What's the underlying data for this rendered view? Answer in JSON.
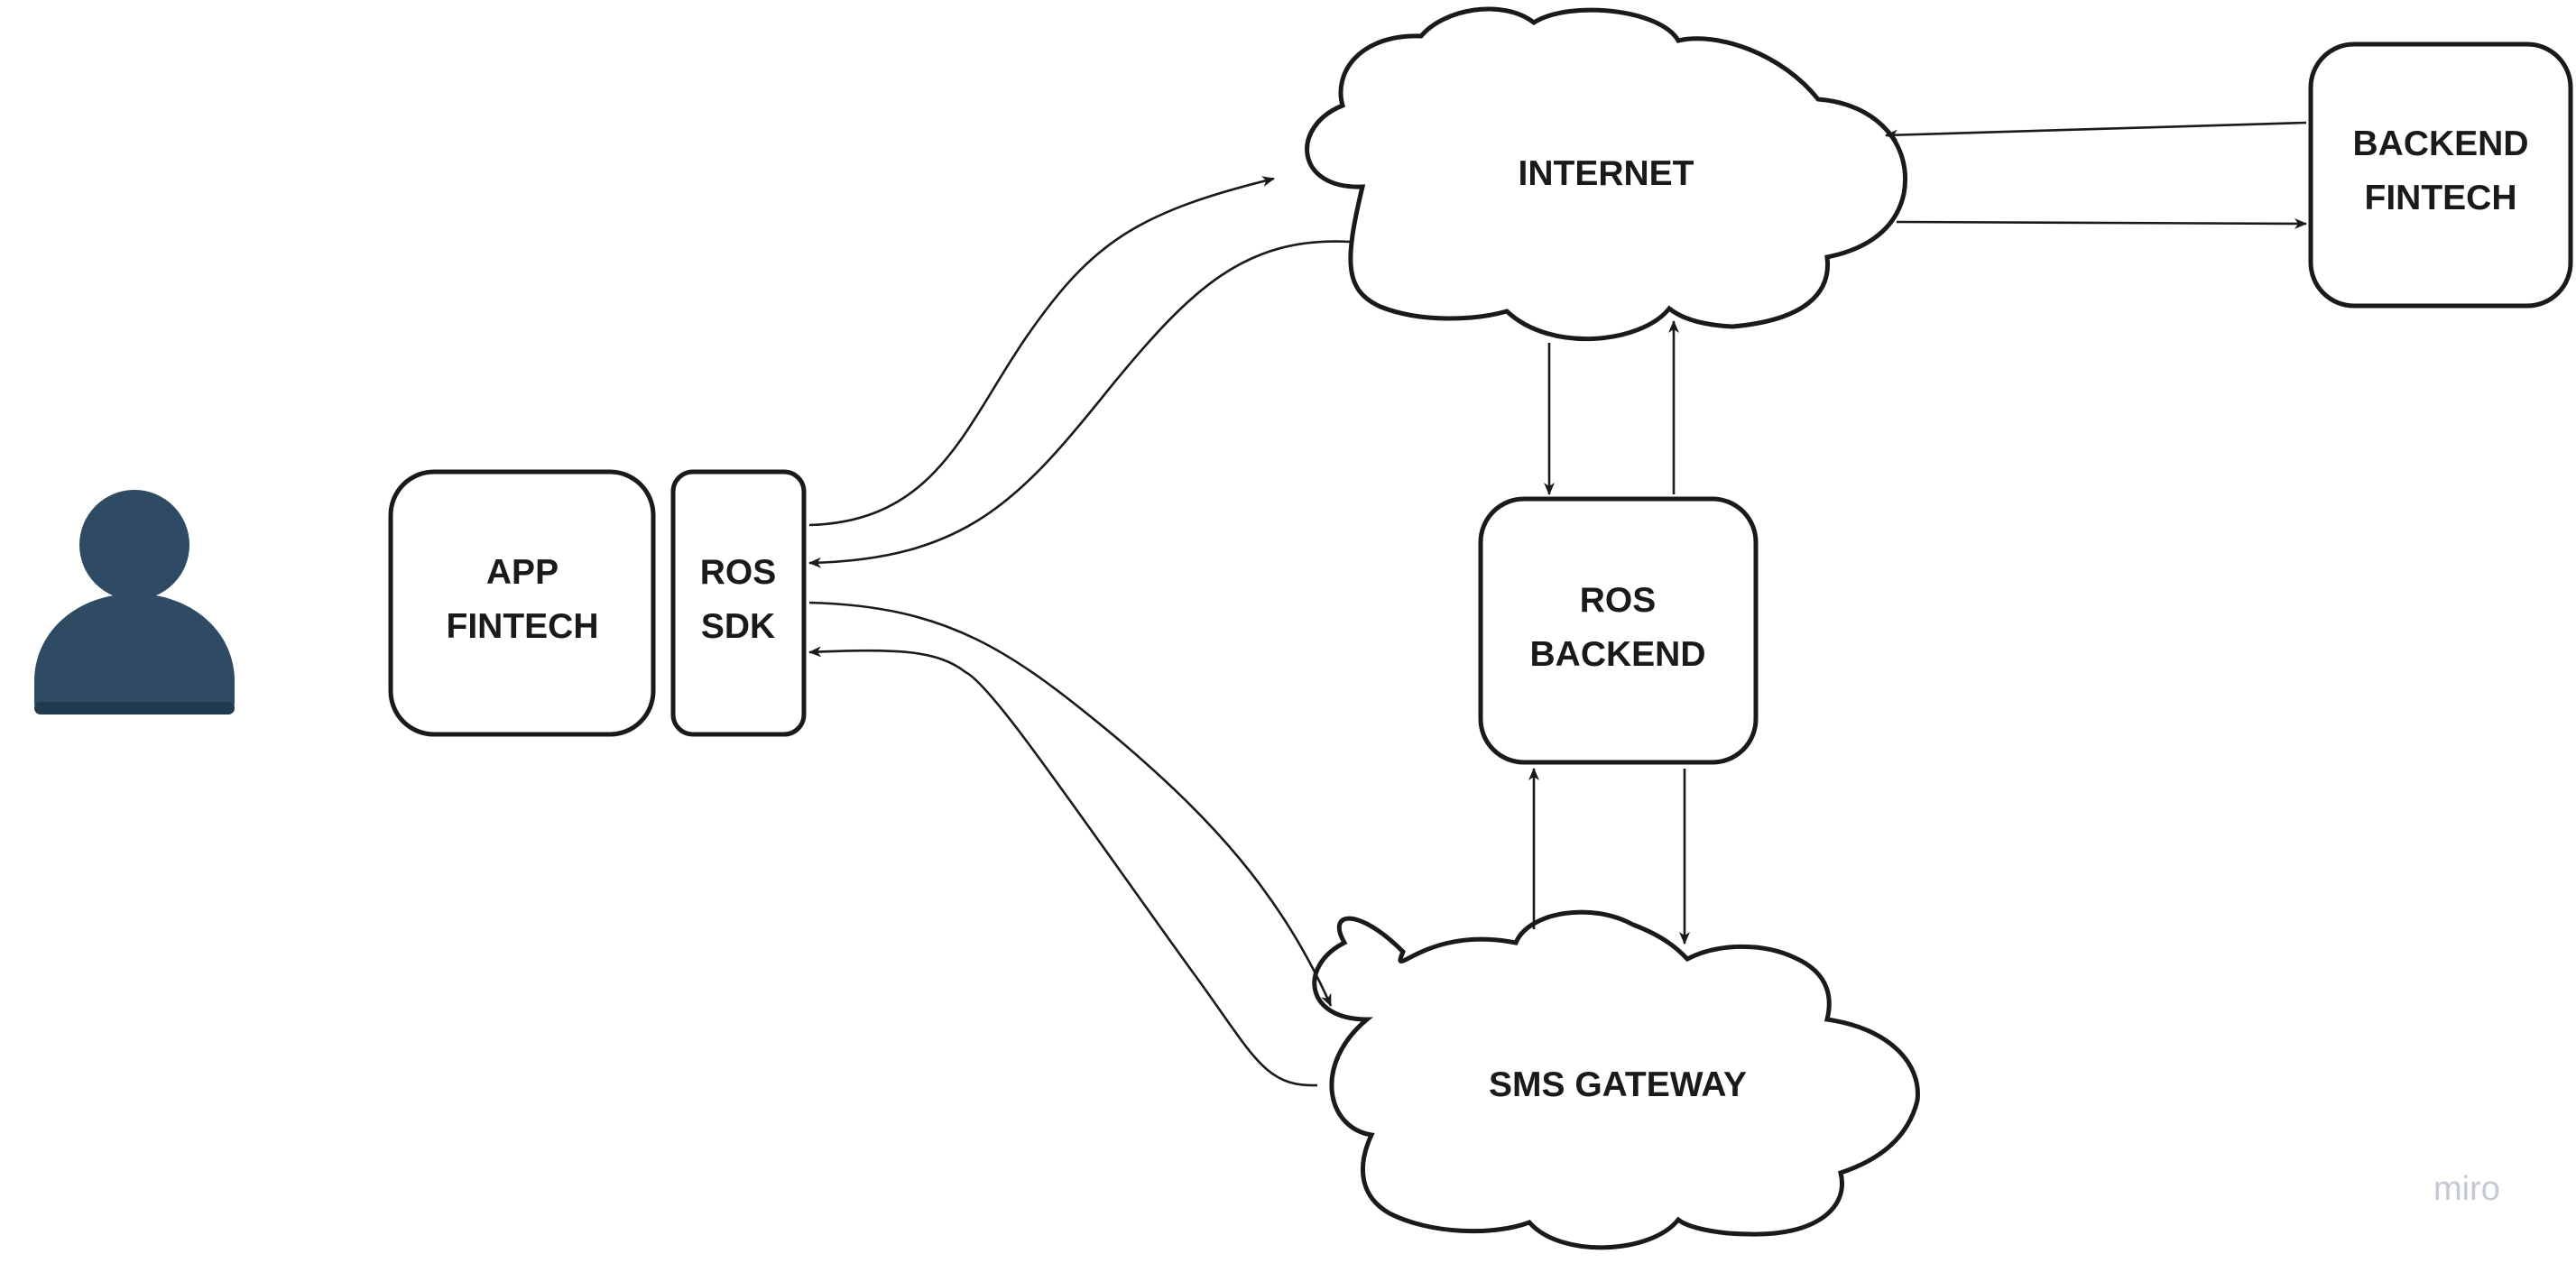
{
  "colors": {
    "stroke": "#1a1a1a",
    "fill": "#ffffff",
    "person": "#2f4a63",
    "watermark": "#c4c9d2"
  },
  "nodes": {
    "user": {
      "icon": "person-icon"
    },
    "app_fintech": {
      "line1": "APP",
      "line2": "FINTECH"
    },
    "ros_sdk": {
      "line1": "ROS",
      "line2": "SDK"
    },
    "internet": {
      "label": "INTERNET"
    },
    "ros_backend": {
      "line1": "ROS",
      "line2": "BACKEND"
    },
    "sms_gateway": {
      "label": "SMS GATEWAY"
    },
    "backend_fintech": {
      "line1": "BACKEND",
      "line2": "FINTECH"
    }
  },
  "edges": [
    {
      "from": "ros_sdk",
      "to": "internet"
    },
    {
      "from": "internet",
      "to": "ros_sdk"
    },
    {
      "from": "ros_sdk",
      "to": "sms_gateway"
    },
    {
      "from": "sms_gateway",
      "to": "ros_sdk"
    },
    {
      "from": "backend_fintech",
      "to": "internet"
    },
    {
      "from": "internet",
      "to": "backend_fintech"
    },
    {
      "from": "internet",
      "to": "ros_backend"
    },
    {
      "from": "ros_backend",
      "to": "internet"
    },
    {
      "from": "sms_gateway",
      "to": "ros_backend"
    },
    {
      "from": "ros_backend",
      "to": "sms_gateway"
    }
  ],
  "watermark": "miro"
}
